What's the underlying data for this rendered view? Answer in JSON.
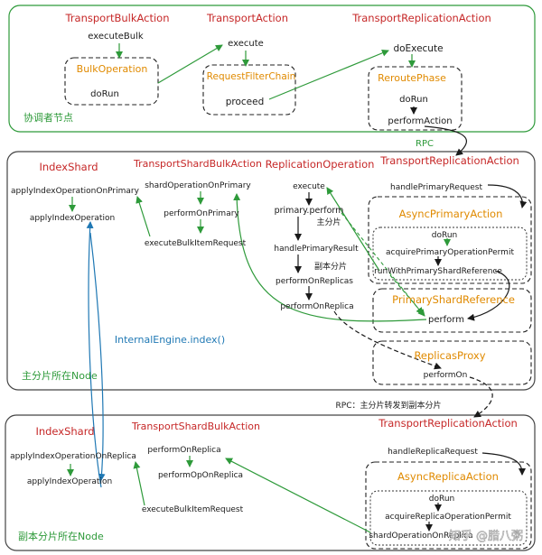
{
  "coordinator": {
    "label": "协调者节点",
    "bulk_action": "TransportBulkAction",
    "execute_bulk": "executeBulk",
    "bulk_operation": "BulkOperation",
    "bulk_do_run": "doRun",
    "transport_action": "TransportAction",
    "execute": "execute",
    "request_filter_chain": "RequestFilterChain",
    "proceed": "proceed",
    "replication_action": "TransportReplicationAction",
    "do_execute": "doExecute",
    "reroute_phase": "ReroutePhase",
    "reroute_do_run": "doRun",
    "perform_action": "performAction"
  },
  "rpc_label": "RPC",
  "primary": {
    "label": "主分片所在Node",
    "index_shard": "IndexShard",
    "apply_on_primary": "applyIndexOperationOnPrimary",
    "apply_index_op": "applyIndexOperation",
    "shard_bulk_action": "TransportShardBulkAction",
    "shard_op_on_primary": "shardOperationOnPrimary",
    "perform_on_primary": "performOnPrimary",
    "execute_bulk_item": "executeBulkItemRequest",
    "replication_operation": "ReplicationOperation",
    "execute": "execute",
    "primary_perform": "primary.perform",
    "primary_shard_note": "主分片",
    "handle_primary_result": "handlePrimaryResult",
    "replica_shard_note": "副本分片",
    "perform_on_replicas": "performOnReplicas",
    "perform_on_replica": "performOnReplica",
    "replication_action": "TransportReplicationAction",
    "handle_primary_request": "handlePrimaryRequest",
    "async_primary_action": "AsyncPrimaryAction",
    "do_run": "doRun",
    "acquire_primary_permit": "acquirePrimaryOperationPermit",
    "run_with_primary_ref": "runWithPrimaryShardReference",
    "primary_shard_reference": "PrimaryShardReference",
    "perform": "perform",
    "replicas_proxy": "ReplicasProxy",
    "perform_on": "performOn",
    "internal_engine": "InternalEngine.index()"
  },
  "rpc_forward_label": "RPC：主分片转发到副本分片",
  "replica": {
    "label": "副本分片所在Node",
    "index_shard": "IndexShard",
    "apply_on_replica": "applyIndexOperationOnReplica",
    "apply_index_op": "applyIndexOperation",
    "shard_bulk_action": "TransportShardBulkAction",
    "perform_on_replica": "performOnReplica",
    "perform_op_on_replica": "performOpOnReplica",
    "execute_bulk_item": "executeBulkItemRequest",
    "replication_action": "TransportReplicationAction",
    "handle_replica_request": "handleReplicaRequest",
    "async_replica_action": "AsyncReplicaAction",
    "do_run": "doRun",
    "acquire_replica_permit": "acquireReplicaOperationPermit",
    "shard_op_on_replica": "shardOperationOnReplica"
  },
  "watermark": "知乎 @腊八粥",
  "colors": {
    "class_name": "#c62828",
    "inner_class": "#e08a00",
    "green_arrow": "#2e9a3a",
    "blue_arrow": "#1f78b4",
    "frame": "#444444"
  }
}
